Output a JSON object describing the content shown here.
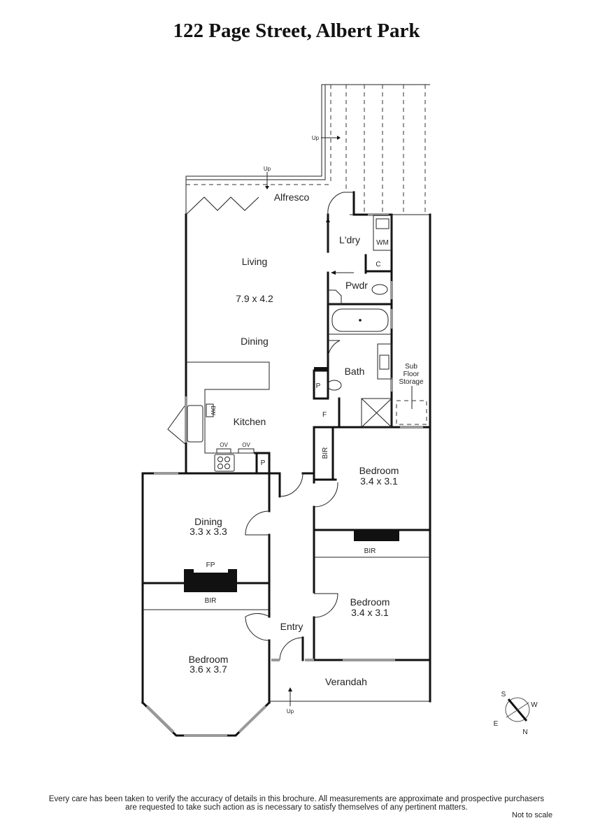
{
  "title": "122 Page Street, Albert Park",
  "rooms": {
    "alfresco": "Alfresco",
    "living": "Living",
    "living_dims": "7.9 x 4.2",
    "dining_open": "Dining",
    "kitchen": "Kitchen",
    "laundry": "L'dry",
    "wm": "WM",
    "c": "C",
    "pwdr": "Pwdr",
    "bath": "Bath",
    "p1": "P",
    "p2": "P",
    "f": "F",
    "dw": "DW",
    "ov1": "OV",
    "ov2": "OV",
    "sub1": "Sub",
    "sub2": "Floor",
    "sub3": "Storage",
    "bir_rear": "BIR",
    "bed1": "Bedroom",
    "bed1_dims": "3.4 x 3.1",
    "bir_mid": "BIR",
    "bed2": "Bedroom",
    "bed2_dims": "3.4 x 3.1",
    "dining": "Dining",
    "dining_dims": "3.3 x 3.3",
    "fp": "FP",
    "bir_left": "BIR",
    "bed3": "Bedroom",
    "bed3_dims": "3.6 x 3.7",
    "entry": "Entry",
    "verandah": "Verandah",
    "up1": "Up",
    "up2": "Up",
    "up3": "Up"
  },
  "compass": {
    "s": "S",
    "w": "W",
    "e": "E",
    "n": "N"
  },
  "footer": {
    "line1": "Every care has been taken to verify the accuracy of details in this brochure.  All measurements are approximate and prospective purchasers",
    "line2": "are requested to take such action as is necessary to satisfy themselves of any pertinent matters.",
    "not_to_scale": "Not to scale"
  }
}
